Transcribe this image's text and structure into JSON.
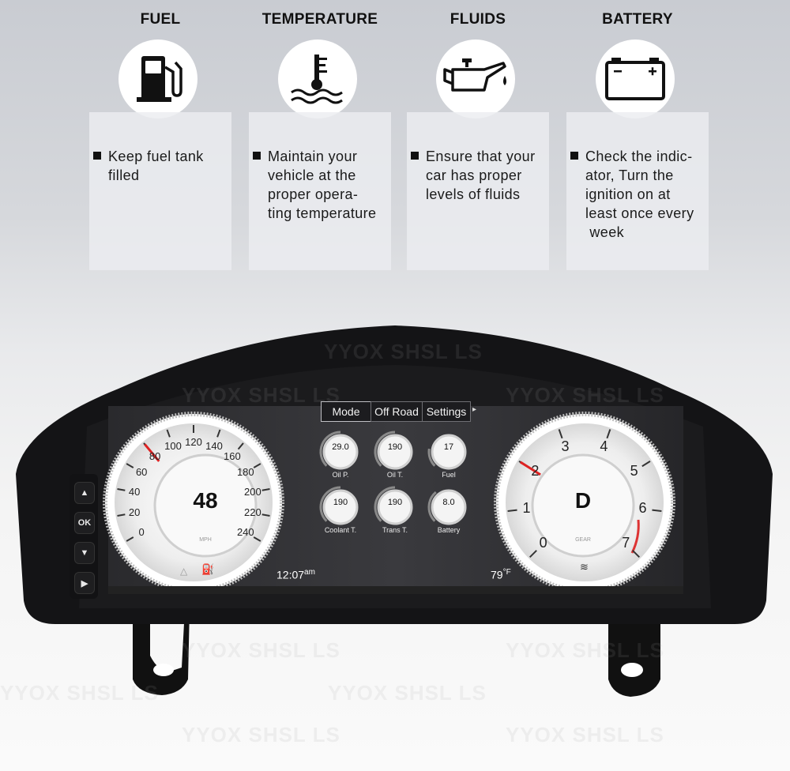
{
  "tips": [
    {
      "title": "FUEL",
      "icon": "fuel-pump-icon",
      "lines": [
        "Keep fuel tank",
        "filled"
      ]
    },
    {
      "title": "TEMPERATURE",
      "icon": "coolant-temperature-icon",
      "lines": [
        "Maintain your",
        "vehicle at the",
        "proper opera-",
        "ting temperature"
      ]
    },
    {
      "title": "FLUIDS",
      "icon": "oil-can-icon",
      "lines": [
        "Ensure that your",
        "car has proper",
        "levels of fluids"
      ]
    },
    {
      "title": "BATTERY",
      "icon": "battery-icon",
      "lines": [
        "Check the indic-",
        "ator, Turn the",
        "ignition on at",
        "least once every",
        " week"
      ]
    }
  ],
  "nav": {
    "tabs": [
      "Mode",
      "Off Road",
      "Settings"
    ],
    "active": 0,
    "more_icon": "triangle-right-icon"
  },
  "side_buttons": [
    {
      "icon": "up-arrow-icon",
      "label": "▲"
    },
    {
      "icon": "ok-icon",
      "label": "OK"
    },
    {
      "icon": "down-arrow-icon",
      "label": "▼"
    },
    {
      "icon": "right-arrow-icon",
      "label": "▶"
    }
  ],
  "speedometer": {
    "value": "48",
    "unit": "MPH",
    "ticks": [
      "0",
      "20",
      "40",
      "60",
      "80",
      "100",
      "120",
      "140",
      "160",
      "180",
      "200",
      "220",
      "240"
    ],
    "needle": 80
  },
  "tachometer": {
    "value": "D",
    "unit": "GEAR",
    "ticks": [
      "0",
      "1",
      "2",
      "3",
      "4",
      "5",
      "6",
      "7"
    ],
    "needle": 2
  },
  "mini_gauges": [
    {
      "value": "29.0",
      "label": "Oil P.",
      "icon": "oil-can-icon",
      "level": 0.5
    },
    {
      "value": "190",
      "label": "Oil T.",
      "icon": "oil-temperature-icon",
      "level": 0.5
    },
    {
      "value": "17",
      "label": "Fuel",
      "icon": "fuel-pump-icon",
      "level": 0.2
    },
    {
      "value": "190",
      "label": "Coolant T.",
      "icon": "coolant-temperature-icon",
      "level": 0.5
    },
    {
      "value": "190",
      "label": "Trans T.",
      "icon": "transmission-gear-icon",
      "level": 0.5
    },
    {
      "value": "8.0",
      "label": "Battery",
      "icon": "battery-icon",
      "level": 0.35
    }
  ],
  "status": {
    "time": "12:07",
    "time_suffix": "am",
    "temperature": "79",
    "temperature_unit": "°F"
  },
  "watermark": "YYOX SHSL LS"
}
